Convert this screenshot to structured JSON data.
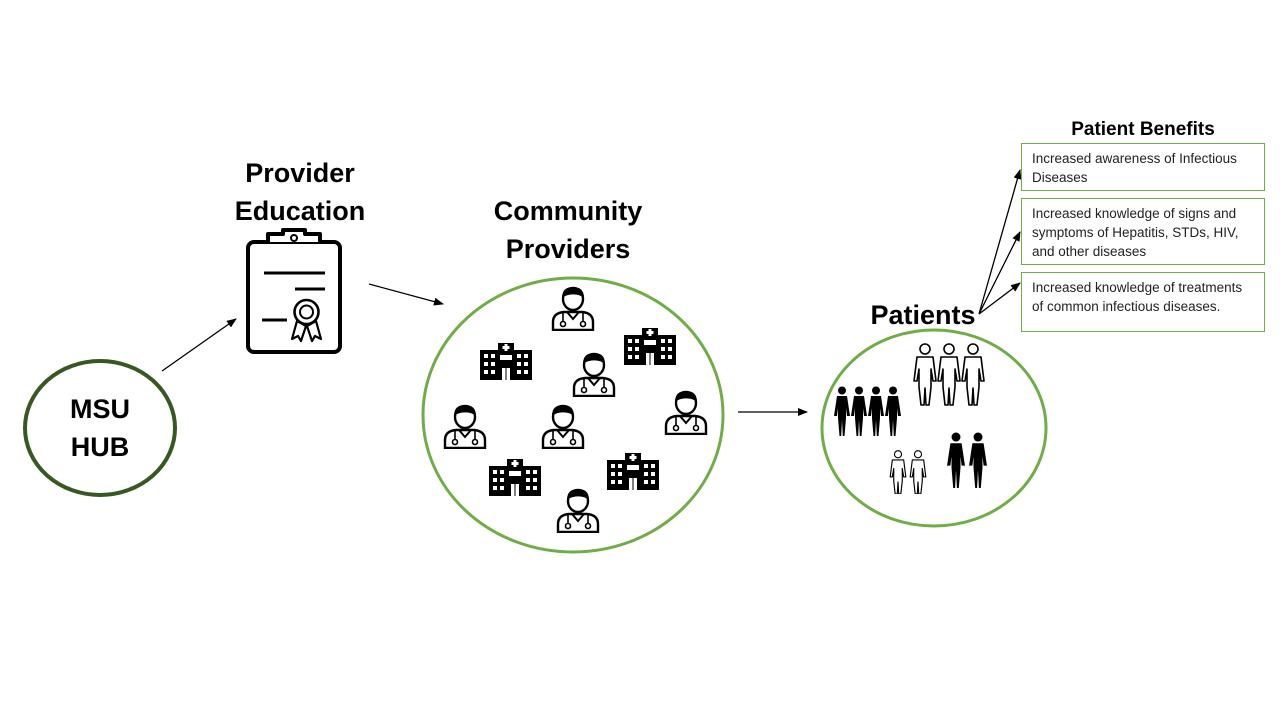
{
  "nodes": {
    "hub_line1": "MSU",
    "hub_line2": "HUB",
    "education_line1": "Provider",
    "education_line2": "Education",
    "providers_line1": "Community",
    "providers_line2": "Providers",
    "patients": "Patients"
  },
  "benefits": {
    "title": "Patient Benefits",
    "items": [
      "Increased awareness of Infectious Diseases",
      "Increased knowledge of signs and symptoms of Hepatitis, STDs, HIV, and other diseases",
      "Increased knowledge of treatments of common infectious diseases."
    ]
  },
  "colors": {
    "hub_border": "#385723",
    "circle_border": "#70ad47",
    "box_border": "#70ad47",
    "icon": "#000000",
    "arrow": "#000000"
  },
  "icons": {
    "education": "certificate-clipboard-icon",
    "provider": "doctor-icon",
    "facility": "hospital-icon",
    "patient": "person-icon"
  }
}
